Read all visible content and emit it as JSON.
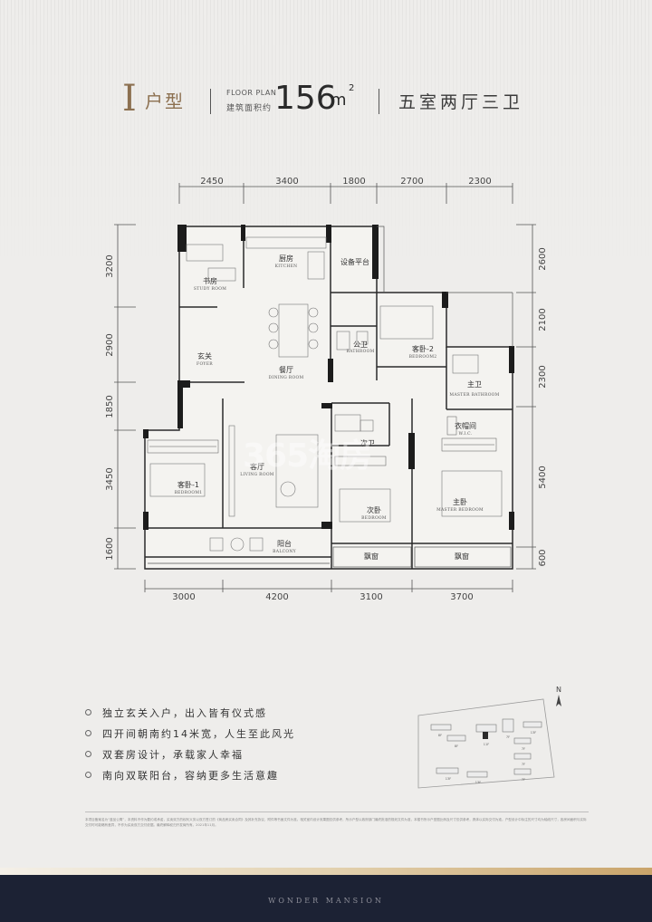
{
  "header": {
    "type_letter": "I",
    "type_suffix": "户型",
    "floor_plan_en": "FLOOR PLAN",
    "floor_plan_cn": "建筑面积约",
    "area": "156",
    "area_unit": "m",
    "area_sup": "2",
    "rooms_title": "五室两厅三卫"
  },
  "dimensions": {
    "top": [
      "2450",
      "3400",
      "1800",
      "2700",
      "2300"
    ],
    "bottom": [
      "3000",
      "4200",
      "3100",
      "3700"
    ],
    "left": [
      "3200",
      "2900",
      "1850",
      "3450",
      "1600"
    ],
    "right": [
      "2600",
      "2100",
      "2300",
      "5400",
      "600"
    ]
  },
  "rooms": [
    {
      "cn": "书房",
      "en": "STUDY ROOM"
    },
    {
      "cn": "厨房",
      "en": "KITCHEN"
    },
    {
      "cn": "设备平台",
      "en": ""
    },
    {
      "cn": "公卫",
      "en": "BATHROOM"
    },
    {
      "cn": "客卧-2",
      "en": "BEDROOM2"
    },
    {
      "cn": "主卫",
      "en": "MASTER BATHROOM"
    },
    {
      "cn": "玄关",
      "en": "FOYER"
    },
    {
      "cn": "餐厅",
      "en": "DINING ROOM"
    },
    {
      "cn": "衣帽间",
      "en": "W.I.C."
    },
    {
      "cn": "次卫",
      "en": ""
    },
    {
      "cn": "客卧-1",
      "en": "BEDROOM1"
    },
    {
      "cn": "客厅",
      "en": "LIVING ROOM"
    },
    {
      "cn": "次卧",
      "en": "BEDROOM"
    },
    {
      "cn": "主卧",
      "en": "MASTER BEDROOM"
    },
    {
      "cn": "阳台",
      "en": "BALCONY"
    },
    {
      "cn": "飘窗",
      "en": ""
    },
    {
      "cn": "飘窗",
      "en": ""
    }
  ],
  "watermark": "365淘房",
  "features": [
    "独立玄关入户，出入皆有仪式感",
    "四开间朝南约14米宽，人生至此风光",
    "双套房设计，承载家人幸福",
    "南向双联阳台，容纳更多生活意趣"
  ],
  "site_plan": {
    "compass": "N",
    "labels": [
      "8F",
      "8F",
      "11F",
      "13F",
      "7F",
      "7F",
      "7F",
      "13F",
      "13F",
      "7F"
    ]
  },
  "disclaimer": "本项目备案名为“蓝品公寓”，本资料不作为要约或承诺，买卖双方的权利义务以双方签订的《商品房买卖合同》及其补充协议、附件等书面文件为准。相关室内设计效果图仅供参考，所示户型以政府部门最终批准的规划文件为准，本楼书所示户型图比例及尺寸仅供参考，具体以实际交付为准。户型设计中标注的尺寸均为轴线尺寸，各房间面积与实际交付时可能略有差异，不作为买卖双方交付依据。最终解释权归开发商所有。2021年11月。",
  "footer": "WONDER MANSION"
}
